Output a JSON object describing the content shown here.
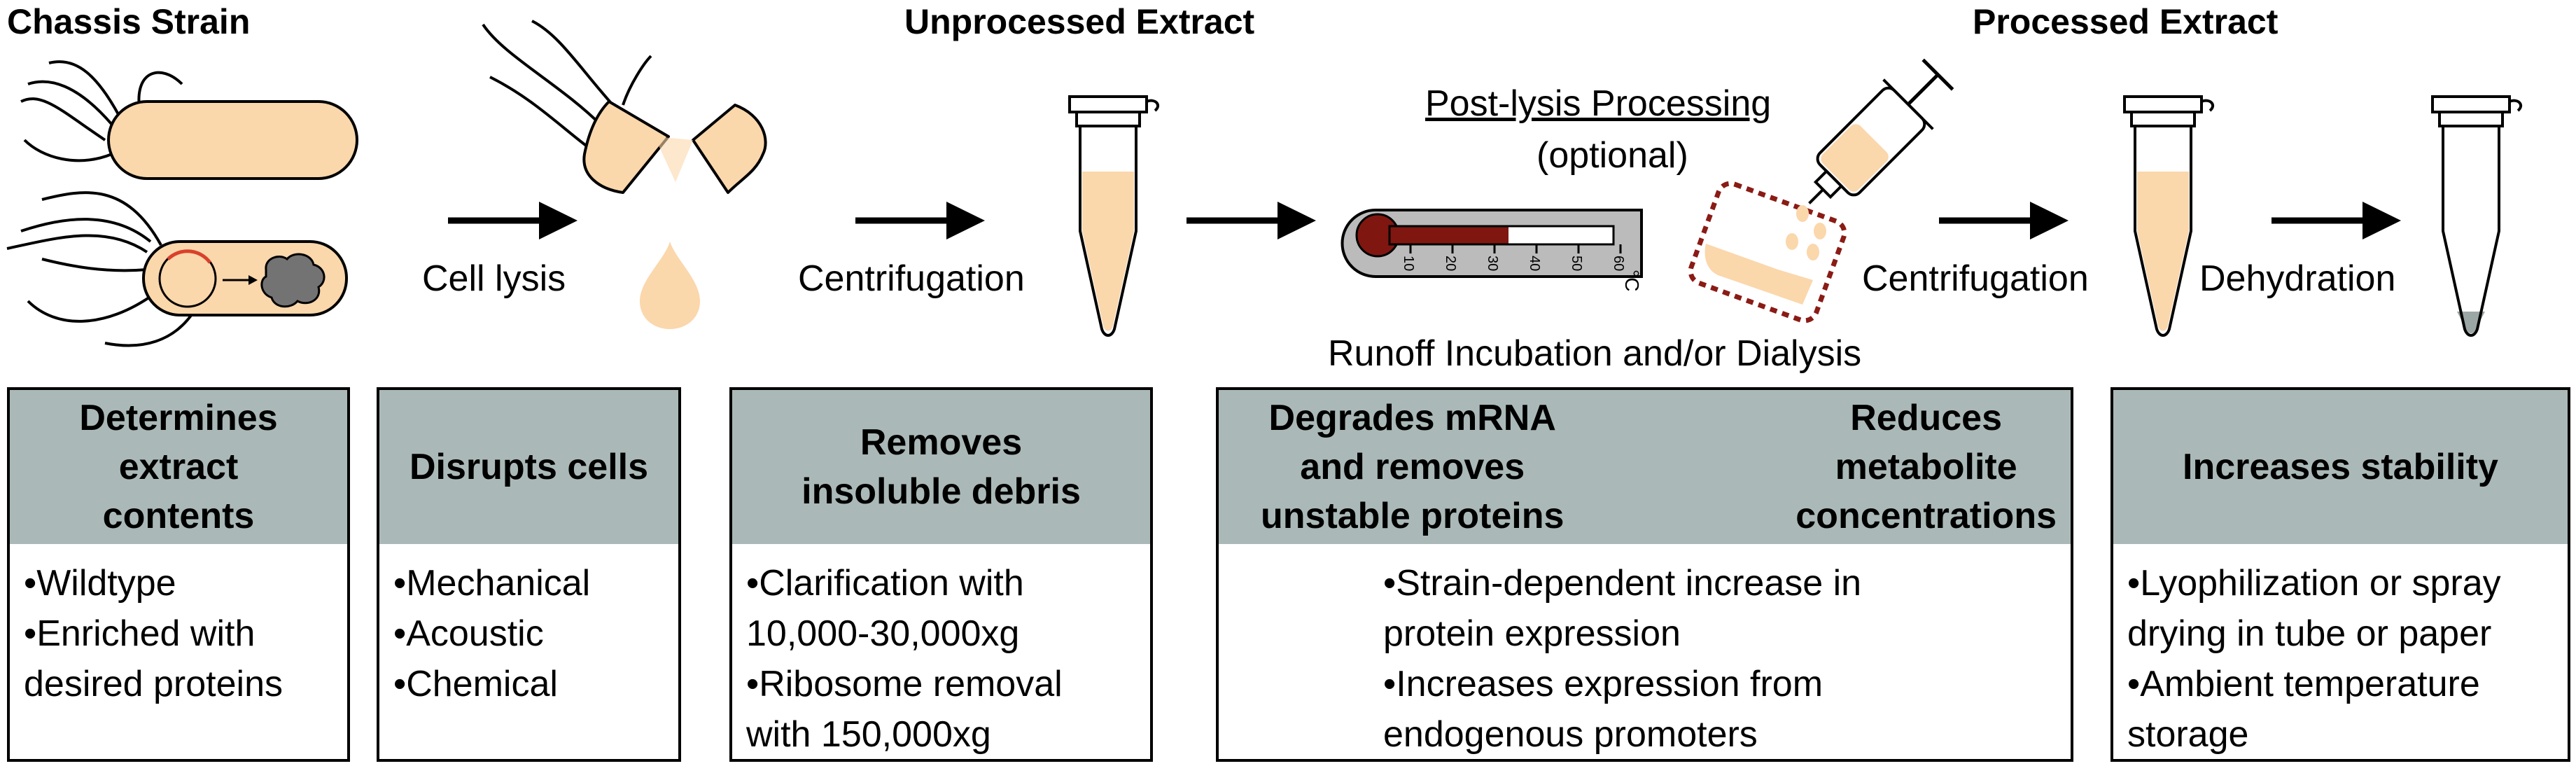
{
  "stages": {
    "chassis": "Chassis Strain",
    "unprocessed": "Unprocessed Extract",
    "processed": "Processed Extract"
  },
  "steps": {
    "lysis": "Cell lysis",
    "centrifugation_1": "Centrifugation",
    "post_lysis_title": "Post-lysis Processing",
    "post_lysis_optional": "(optional)",
    "runoff": "Runoff Incubation and/or Dialysis",
    "centrifugation_2": "Centrifugation",
    "dehydration": "Dehydration"
  },
  "thermometer": {
    "ticks": [
      "10",
      "20",
      "30",
      "40",
      "50",
      "60"
    ],
    "unit": "°C"
  },
  "boxes": {
    "chassis": {
      "head": [
        "Determines",
        "extract",
        "contents"
      ],
      "body": [
        "•Wildtype",
        "•Enriched with",
        "desired proteins"
      ]
    },
    "lysis": {
      "head": [
        "Disrupts cells"
      ],
      "body": [
        "•Mechanical",
        "•Acoustic",
        "•Chemical"
      ]
    },
    "centrifugation": {
      "head": [
        "Removes",
        "insoluble debris"
      ],
      "body": [
        "•Clarification with",
        "10,000-30,000xg",
        "•Ribosome removal",
        "with 150,000xg"
      ]
    },
    "processing": {
      "head_left": [
        "Degrades mRNA",
        "and removes",
        "unstable proteins"
      ],
      "head_right": [
        "Reduces",
        "metabolite",
        "concentrations"
      ],
      "body": [
        "•Strain-dependent increase in",
        "protein expression",
        "•Increases expression from",
        "endogenous promoters"
      ]
    },
    "dehydration": {
      "head": [
        "Increases stability"
      ],
      "body": [
        "•Lyophilization or spray",
        "drying in tube or paper",
        "•Ambient temperature",
        "storage"
      ]
    }
  },
  "colors": {
    "cell_fill": "#fbd7ac",
    "box_header": "#aab9b7",
    "thermo_red": "#7f1710",
    "dehydrated": "#9aa7a5"
  }
}
